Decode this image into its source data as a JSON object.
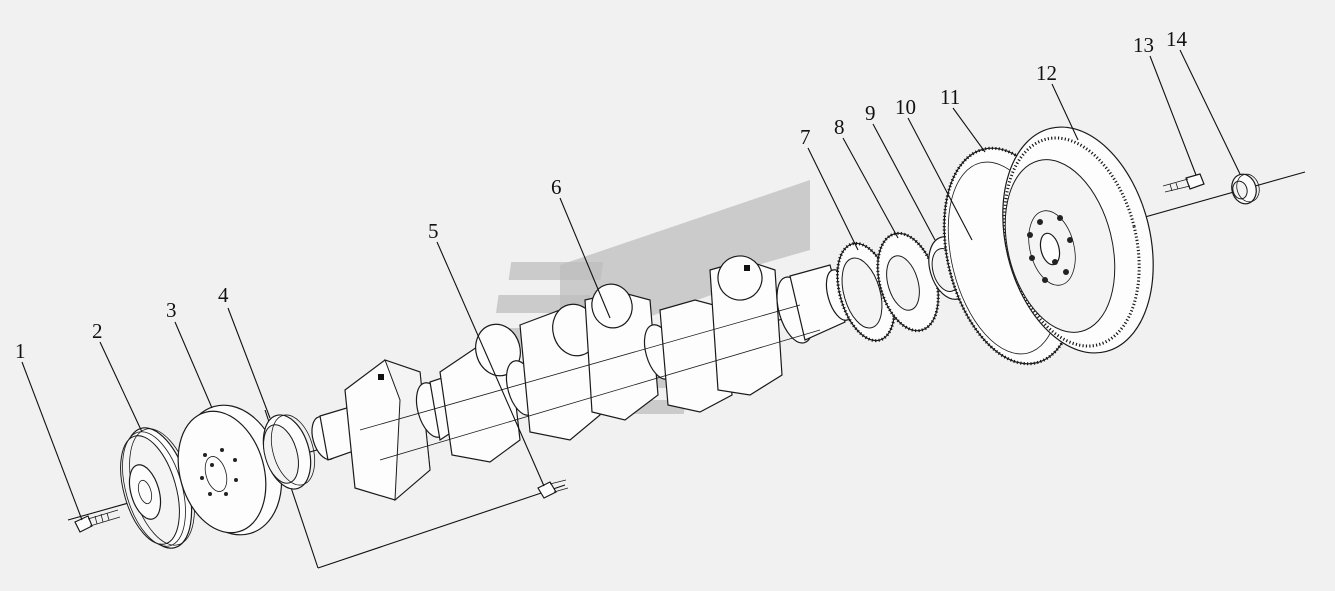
{
  "labels": [
    {
      "id": "1",
      "text": "1"
    },
    {
      "id": "2",
      "text": "2"
    },
    {
      "id": "3",
      "text": "3"
    },
    {
      "id": "4",
      "text": "4"
    },
    {
      "id": "5",
      "text": "5"
    },
    {
      "id": "6",
      "text": "6"
    },
    {
      "id": "7",
      "text": "7"
    },
    {
      "id": "8",
      "text": "8"
    },
    {
      "id": "9",
      "text": "9"
    },
    {
      "id": "10",
      "text": "10"
    },
    {
      "id": "11",
      "text": "11"
    },
    {
      "id": "12",
      "text": "12"
    },
    {
      "id": "13",
      "text": "13"
    },
    {
      "id": "14",
      "text": "14"
    }
  ]
}
